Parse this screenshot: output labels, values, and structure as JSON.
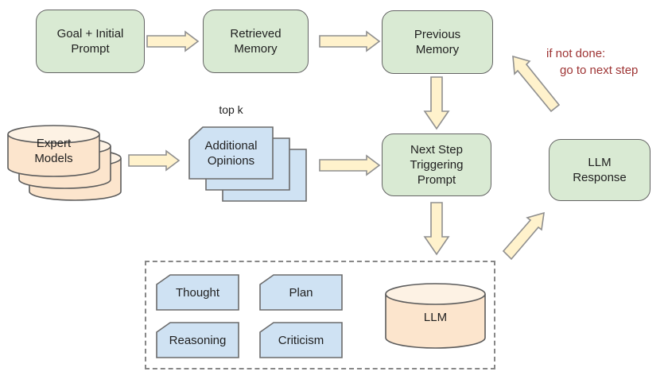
{
  "nodes": {
    "goal": {
      "label": "Goal + Initial\nPrompt"
    },
    "retrieved": {
      "label": "Retrieved\nMemory"
    },
    "previous": {
      "label": "Previous\nMemory"
    },
    "next_step": {
      "label": "Next Step\nTriggering\nPrompt"
    },
    "llm_response": {
      "label": "LLM\nResponse"
    },
    "expert_models": {
      "label": "Expert\nModels"
    },
    "additional_opinions": {
      "label": "Additional\nOpinions",
      "annotation": "top k"
    },
    "llm": {
      "label": "LLM"
    },
    "thought": {
      "label": "Thought"
    },
    "plan": {
      "label": "Plan"
    },
    "reasoning": {
      "label": "Reasoning"
    },
    "criticism": {
      "label": "Criticism"
    }
  },
  "annotations": {
    "loop_line1": "if not done:",
    "loop_line2": "go to next step"
  },
  "colors": {
    "node_green": "#d9ead3",
    "card_blue": "#cfe2f3",
    "cylinder_peach": "#fce5cd",
    "cylinder_top_peach": "#fdf2e4",
    "arrow_cream": "#fff2cc",
    "shape_border": "#646464",
    "arrow_border": "#8f8f8f",
    "loop_text_red": "#9e3434"
  }
}
